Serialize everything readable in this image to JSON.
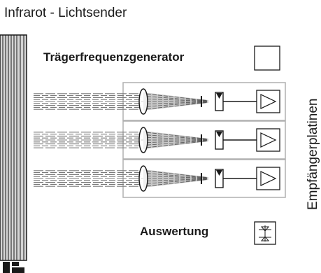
{
  "title": "Infrarot - Lichtsender",
  "labels": {
    "carrier_generator": "Trägerfrequenzgenerator",
    "evaluation": "Auswertung",
    "receiver_boards": "Empfängerplatinen"
  },
  "channels": [
    {
      "id": "channel-1"
    },
    {
      "id": "channel-2"
    },
    {
      "id": "channel-3"
    }
  ],
  "colors": {
    "stroke": "#1a1a1a",
    "board_outline": "#b0b0b0",
    "emitter_fill": "#cfcfcf",
    "beam": "#7a7a7a"
  }
}
